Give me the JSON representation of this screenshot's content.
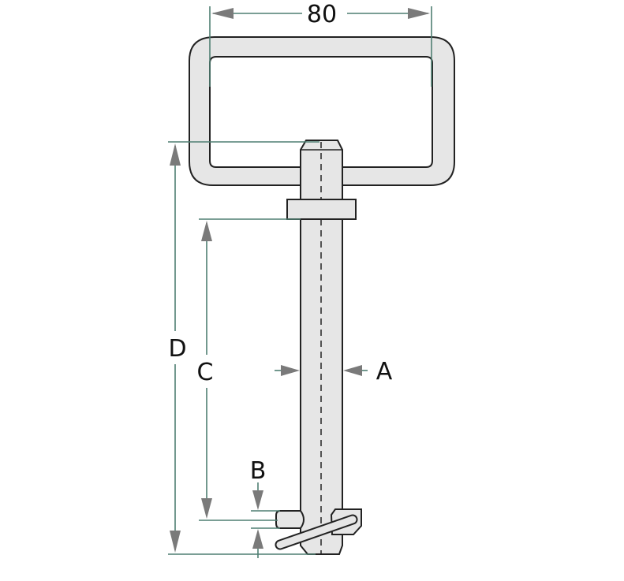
{
  "labels": {
    "width": "80",
    "a": "A",
    "b": "B",
    "c": "C",
    "d": "D"
  },
  "colors": {
    "part_fill": "#e6e6e6",
    "outline": "#222222",
    "dimension_line": "#4f7f72",
    "arrowhead": "#7a7a7a"
  }
}
